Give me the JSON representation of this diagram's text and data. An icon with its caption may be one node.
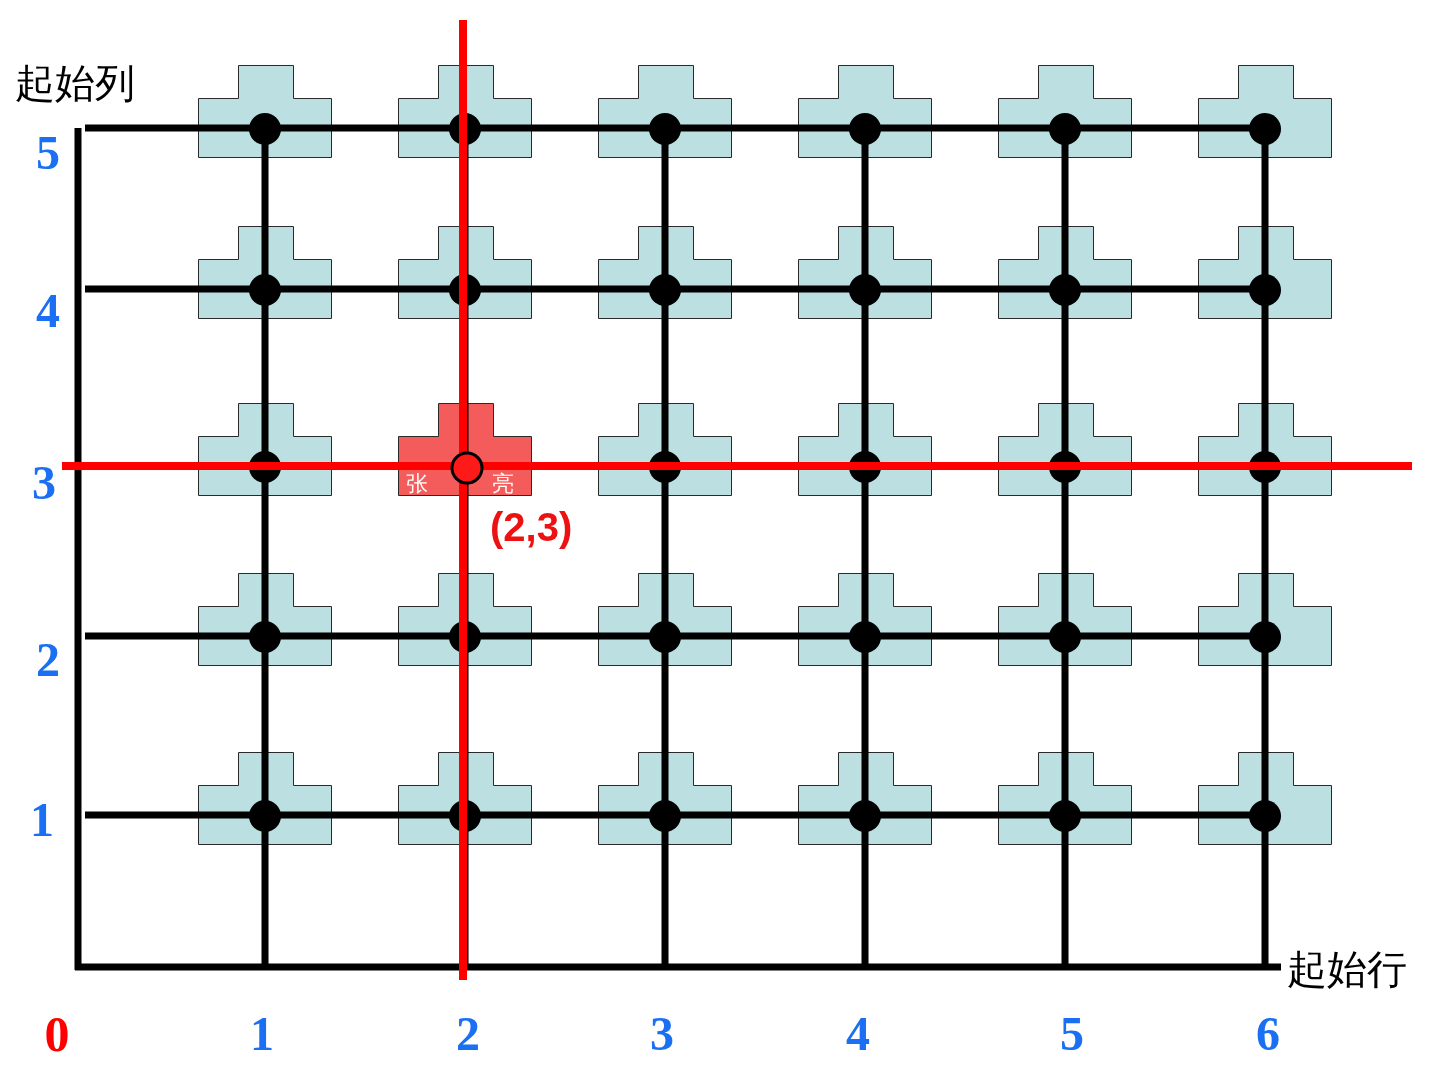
{
  "diagram": {
    "nodes": [
      {
        "text": [],
        "shape": "desk"
      },
      {
        "text": [],
        "shape": "desk"
      },
      {
        "text": [],
        "shape": "desk"
      },
      {
        "text": [],
        "shape": "desk"
      },
      {
        "text": [],
        "shape": "desk"
      },
      {
        "text": [],
        "shape": "desk"
      },
      {
        "text": [],
        "shape": "desk"
      },
      {
        "text": [],
        "shape": "desk"
      },
      {
        "text": [],
        "shape": "desk"
      },
      {
        "text": [],
        "shape": "desk"
      },
      {
        "text": [],
        "shape": "desk"
      },
      {
        "text": [],
        "shape": "desk"
      },
      {
        "text": [],
        "shape": "desk"
      },
      {
        "text": [
          "张亮"
        ],
        "beside": [
          "(2,3)"
        ]
      },
      {
        "text": [],
        "shape": "desk"
      },
      {
        "text": [],
        "shape": "desk"
      },
      {
        "text": [],
        "shape": "desk"
      },
      {
        "text": [],
        "shape": "desk"
      },
      {
        "text": [],
        "shape": "desk"
      },
      {
        "text": [],
        "shape": "desk"
      },
      {
        "text": [],
        "shape": "desk"
      },
      {
        "text": [],
        "shape": "desk"
      },
      {
        "text": [],
        "shape": "desk"
      },
      {
        "text": [],
        "shape": "desk"
      },
      {
        "text": [],
        "shape": "desk"
      },
      {
        "text": [],
        "shape": "desk"
      },
      {
        "text": [],
        "shape": "desk"
      },
      {
        "text": [],
        "shape": "desk"
      },
      {
        "text": [],
        "shape": "desk"
      },
      {
        "text": [],
        "shape": "desk"
      }
    ],
    "labels": [
      "起始列",
      "5",
      "4",
      "3",
      "2",
      "1",
      "起始行",
      "0",
      "1",
      "2",
      "3",
      "4",
      "5",
      "6"
    ]
  }
}
